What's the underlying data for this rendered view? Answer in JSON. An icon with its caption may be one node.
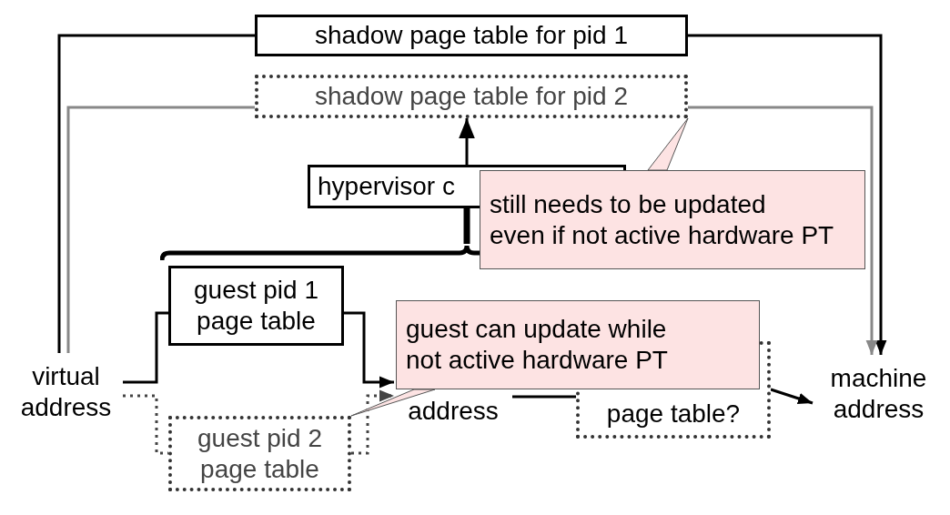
{
  "diagram": {
    "nodes": [
      {
        "text": [
          "shadow page table for pid 1"
        ]
      },
      {
        "text": [
          "shadow page table for pid 2"
        ]
      },
      {
        "text": [
          "hypervisor c"
        ]
      },
      {
        "text": [
          "guest pid 1 page table"
        ]
      },
      {
        "text": [
          "guest pid 2 page table"
        ]
      },
      {
        "text": [
          "virtual address"
        ]
      },
      {
        "text": [
          "address"
        ]
      },
      {
        "text": [
          "page table?"
        ]
      },
      {
        "text": [
          "machine address"
        ]
      },
      {
        "text": [
          "still needs to be updated even if not active hardware PT"
        ]
      },
      {
        "text": [
          "guest can update while not active hardware PT"
        ]
      },
      {
        "text": [],
        "shape": "brace"
      }
    ],
    "edges": [
      {
        "from": 5,
        "to": 0,
        "arrow": "none"
      },
      {
        "from": 0,
        "to": 8,
        "arrow": "to"
      },
      {
        "from": 5,
        "to": 1,
        "arrow": "none",
        "color": "#888888"
      },
      {
        "from": 1,
        "to": 8,
        "arrow": "to",
        "color": "#888888"
      },
      {
        "from": 5,
        "to": 3,
        "arrow": "none"
      },
      {
        "from": 3,
        "to": 6,
        "arrow": "to"
      },
      {
        "from": 5,
        "to": 4,
        "arrow": "none",
        "style": "dashed",
        "color": "#444444"
      },
      {
        "from": 4,
        "to": 6,
        "arrow": "to",
        "style": "dashed",
        "color": "#444444"
      },
      {
        "from": 6,
        "to": 7,
        "arrow": "none"
      },
      {
        "from": 7,
        "to": 8,
        "arrow": "to"
      },
      {
        "from": 2,
        "to": 1,
        "arrow": "to"
      },
      {
        "from": 11,
        "to": 2,
        "arrow": "none",
        "style": "thick"
      },
      {
        "from": 9,
        "to": 1,
        "arrow": "none"
      },
      {
        "from": 10,
        "to": 4,
        "arrow": "none"
      }
    ]
  }
}
